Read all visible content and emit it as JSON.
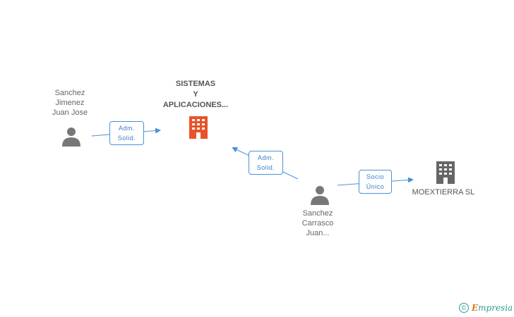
{
  "nodes": {
    "person_a": {
      "lines": [
        "Sanchez",
        "Jimenez",
        "Juan Jose"
      ]
    },
    "company_main": {
      "lines": [
        "SISTEMAS",
        "Y",
        "APLICACIONES..."
      ],
      "color": "#e8532a"
    },
    "person_b": {
      "lines": [
        "Sanchez",
        "Carrasco",
        "Juan..."
      ]
    },
    "company_b": {
      "lines": [
        "MOEXTIERRA SL"
      ],
      "color": "#666666"
    }
  },
  "relations": {
    "a_to_main": {
      "lines": [
        "Adm.",
        "Solid."
      ]
    },
    "b_to_main": {
      "lines": [
        "Adm.",
        "Solid."
      ]
    },
    "b_to_company_b": {
      "lines": [
        "Socio",
        "Único"
      ]
    }
  },
  "colors": {
    "link": "#4a90d9",
    "person_icon": "#777777"
  },
  "footer": {
    "copyright_symbol": "©",
    "brand_initial": "E",
    "brand_rest": "mpresia"
  }
}
